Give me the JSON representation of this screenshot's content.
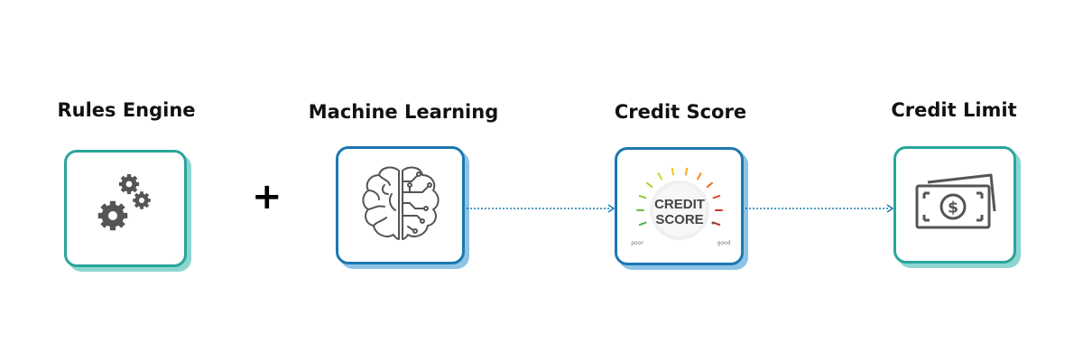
{
  "steps": [
    {
      "label": "Rules Engine",
      "icon": "gears-icon"
    },
    {
      "label": "Machine Learning",
      "icon": "brain-circuit-icon"
    },
    {
      "label": "Credit Score",
      "icon": "credit-score-gauge-icon",
      "gauge": {
        "title_line1": "CREDIT",
        "title_line2": "SCORE",
        "low": "poor",
        "high": "good"
      }
    },
    {
      "label": "Credit Limit",
      "icon": "cash-bill-icon"
    }
  ],
  "operator": "+",
  "colors": {
    "teal_border": "#2aa59b",
    "teal_shadow": "#8dd5cf",
    "blue_border": "#1b78b2",
    "blue_shadow": "#8ec3e6",
    "connector": "#1b78b2",
    "icon": "#555555"
  }
}
